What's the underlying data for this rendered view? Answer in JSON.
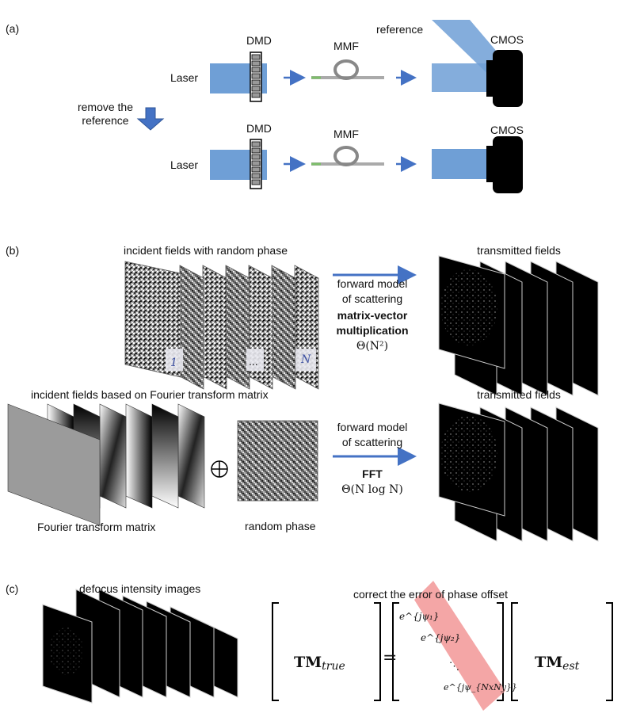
{
  "panel_a": {
    "label": "(a)",
    "laser_label": "Laser",
    "dmd_label": "DMD",
    "mmf_label": "MMF",
    "cmos_label": "CMOS",
    "reference_label": "reference",
    "remove_label_line1": "remove the",
    "remove_label_line2": "reference"
  },
  "panel_b": {
    "label": "(b)",
    "random_title": "incident fields with random phase",
    "random_first_index": "1",
    "random_dots": "...",
    "random_last_index": "N",
    "fourier_title": "incident fields based on Fourier transform matrix",
    "fourier_matrix_label": "Fourier transform matrix",
    "random_phase_label": "random phase",
    "plus_symbol": "⊕",
    "transmitted_label_top": "transmitted fields",
    "transmitted_label_bottom": "transmitted fields",
    "forward_top_line1": "forward model",
    "forward_top_line2": "of scattering",
    "forward_top_method_line1": "matrix-vector",
    "forward_top_method_line2": "multiplication",
    "forward_top_complexity": "Θ(N²)",
    "forward_bottom_line1": "forward model",
    "forward_bottom_line2": "of scattering",
    "forward_bottom_method": "FFT",
    "forward_bottom_complexity": "Θ(N log N)"
  },
  "panel_c": {
    "label": "(c)",
    "defocus_title": "defocus intensity images",
    "correct_title": "correct the error of phase offset",
    "tm_true_main": "TM",
    "tm_true_sub": "true",
    "equals": "=",
    "tm_est_main": "TM",
    "tm_est_sub": "est",
    "psi1": "e^{jψ₁}",
    "psi2": "e^{jψ₂}",
    "dots": "⋱",
    "psin": "e^{jψ_{NxNy}}"
  },
  "colors": {
    "beam": "#6f9fd6",
    "beam_dark": "#3f70b8",
    "arrow": "#4472c4",
    "highlight": "#f4a6a6"
  }
}
